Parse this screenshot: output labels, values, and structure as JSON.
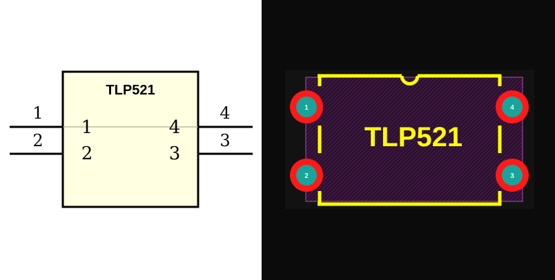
{
  "schematic": {
    "part_name": "TLP521",
    "body_color": "#ffffe1",
    "pins": [
      {
        "number": "1",
        "inner_label": "1"
      },
      {
        "number": "2",
        "inner_label": "2"
      },
      {
        "number": "3",
        "inner_label": "3"
      },
      {
        "number": "4",
        "inner_label": "4"
      }
    ]
  },
  "pcb": {
    "part_name": "TLP521",
    "silkscreen_color": "#ffff00",
    "pad_ring_color": "#ff1a1a",
    "pad_center_color": "#1aa39a",
    "board_color": "#2b102e",
    "pads": [
      {
        "label": "1"
      },
      {
        "label": "2"
      },
      {
        "label": "3"
      },
      {
        "label": "4"
      }
    ]
  }
}
